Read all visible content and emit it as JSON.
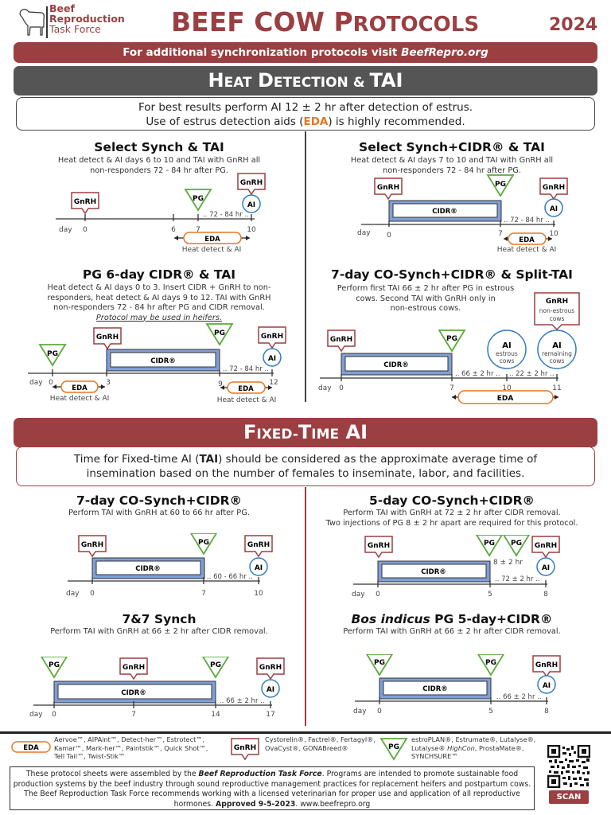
{
  "header": {
    "logo": {
      "line1": "Beef",
      "line2": "Reproduction",
      "line3": "Task Force"
    },
    "title_main": "BEEF COW",
    "title_p": "P",
    "title_rest": "ROTOCOLS",
    "year": "2024",
    "banner_prefix": "For additional synchronization protocols visit ",
    "banner_link": "BeefRepro.org"
  },
  "heat_section": {
    "title_h": "H",
    "title_eat": "EAT",
    "title_d": "D",
    "title_etection": "ETECTION",
    "title_amp": " & ",
    "title_tai": "TAI",
    "note_line1": "For best results perform AI 12 ± 2 hr after detection of estrus.",
    "note_line2_pre": "Use of estrus detection aids (",
    "note_line2_eda": "EDA",
    "note_line2_post": ") is highly recommended."
  },
  "protocols": {
    "select_synch": {
      "title": "Select Synch & TAI",
      "desc1": "Heat detect & AI days 6 to 10 and TAI with GnRH all",
      "desc2": "non-responders 72 - 84 hr after PG.",
      "interval": ".. 72 - 84 hr ..",
      "days": [
        "day",
        "0",
        "6",
        "7",
        "10"
      ],
      "eda_caption": "Heat detect & AI"
    },
    "select_synch_cidr": {
      "title": "Select Synch+CIDR® & TAI",
      "desc1": "Heat detect & AI days 7 to 10 and TAI with GnRH all",
      "desc2": "non-responders 72 - 84 hr after PG.",
      "interval": ".. 72 - 84 hr ..",
      "days": [
        "day",
        "0",
        "7",
        "10"
      ],
      "eda_caption": "Heat detect & AI"
    },
    "pg_6day": {
      "title": "PG 6-day CIDR® & TAI",
      "desc1": "Heat detect & AI days 0 to 3. Insert CIDR + GnRH to non-",
      "desc2": "responders, heat detect & AI days 9 to 12. TAI with GnRH",
      "desc3": "non-responders 72 - 84 hr after PG and CIDR removal.",
      "desc4": "Protocol may be used in heifers.",
      "interval": ".. 72 - 84 hr ..",
      "days": [
        "day",
        "0",
        "3",
        "9",
        "12"
      ],
      "eda_caption": "Heat detect & AI"
    },
    "split_tai": {
      "title": "7-day CO-Synch+CIDR® & Split-TAI",
      "desc1": "Perform first TAI 66 ± 2 hr after PG in estrous",
      "desc2": "cows. Second TAI with GnRH only in",
      "desc3": "non-estrous cows.",
      "gnrh_sub1": "non-estrous",
      "gnrh_sub2": "cows",
      "ai1_sub1": "estrous",
      "ai1_sub2": "cows",
      "ai2_sub1": "remaining",
      "ai2_sub2": "cows",
      "interval1": ".. 66 ± 2 hr ..",
      "interval2": ".. 22 ± 2 hr ..",
      "days": [
        "day",
        "0",
        "7",
        "10",
        "11"
      ]
    },
    "co_synch_7": {
      "title": "7-day CO-Synch+CIDR®",
      "desc1": "Perform TAI with GnRH at 60 to 66 hr after PG.",
      "interval": ".. 60 - 66 hr ..",
      "days": [
        "day",
        "0",
        "7",
        "10"
      ]
    },
    "co_synch_5": {
      "title": "5-day CO-Synch+CIDR®",
      "desc1": "Perform TAI with GnRH at 72 ± 2 hr after CIDR removal.",
      "desc2": "Two injections of PG 8 ± 2 hr apart are required for this protocol.",
      "pg_gap": "8 ± 2 hr",
      "interval": ".. 72 ± 2 hr ..",
      "days": [
        "day",
        "0",
        "5",
        "8"
      ]
    },
    "seven_seven": {
      "title": "7&7 Synch",
      "desc1": "Perform TAI with GnRH at 66 ± 2 hr after CIDR removal.",
      "interval": ".. 66 ± 2 hr ..",
      "days": [
        "day",
        "0",
        "7",
        "14",
        "17"
      ]
    },
    "bos_indicus": {
      "title_italic": "Bos indicus",
      "title_rest": " PG 5-day+CIDR®",
      "desc1": "Perform TAI with GnRH at 66 ± 2 hr after CIDR removal.",
      "interval": ".. 66 ± 2 hr ..",
      "days": [
        "day",
        "0",
        "5",
        "8"
      ]
    }
  },
  "labels": {
    "gnrh": "GnRH",
    "pg": "PG",
    "ai": "AI",
    "cidr": "CIDR®",
    "eda": "EDA"
  },
  "ftai_section": {
    "title_f": "F",
    "title_ixed": "IXED",
    "title_dash": "-",
    "title_t": "T",
    "title_ime": "IME",
    "title_ai": " AI",
    "note_line1_pre": "Time for Fixed-time AI (",
    "note_line1_bold": "TAI",
    "note_line1_post": ") should be considered as the approximate average time of",
    "note_line2": "insemination based on the number of females to inseminate, labor, and facilities."
  },
  "legend": {
    "eda_products": [
      "Aervoe™, AIPAint™, Detect-her™, Estrotect™,",
      "Kamar™, Mark-her™, Paintstik™, Quick Shot™,",
      "Tell Tail™, Twist-Stik™"
    ],
    "gnrh_products": [
      "Cystorelin®, Factrel®, Fertagyl®,",
      "OvaCyst®, GONABreed®"
    ],
    "pg_products_1": "estroPLAN®, Estrumate®, Lutalyse®,",
    "pg_products_2_pre": "Lutalyse® ",
    "pg_products_2_italic": "HighCon",
    "pg_products_2_post": ", ProstaMate®,",
    "pg_products_3": "SYNCHSURE™"
  },
  "footer": {
    "d1": "These protocol sheets were assembled by the ",
    "d1_bold": "Beef Reproduction Task Force",
    "d2": ". Programs are intended to promote sustainable food production systems by the beef industry through sound reproductive management practices for replacement heifers and postpartum cows. The Beef Reproduction Task Force recommends working with a licensed veterinarian for proper use and application of all reproductive hormones. ",
    "d3_bold": "Approved 9-5-2023",
    "d4": ". www.beefrepro.org",
    "scan": "SCAN"
  },
  "colors": {
    "maroon": "#9b3f42",
    "gray_banner": "#555555",
    "pg_green": "#5aab3c",
    "ai_blue": "#2f7cc4",
    "eda_orange": "#e87722",
    "cidr_blue": "#7f9fd6"
  }
}
